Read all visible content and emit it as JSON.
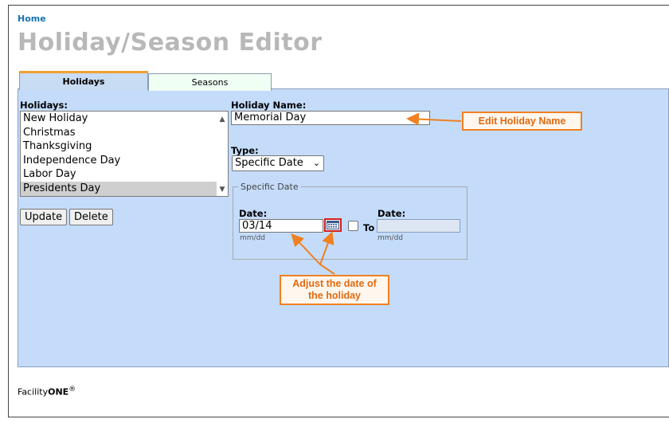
{
  "nav": {
    "home_label": "Home"
  },
  "page": {
    "title": "Holiday/Season Editor"
  },
  "tabs": [
    {
      "label": "Holidays",
      "active": true
    },
    {
      "label": "Seasons",
      "active": false
    }
  ],
  "holidays": {
    "label": "Holidays:",
    "items": [
      "New Holiday",
      "Christmas",
      "Thanksgiving",
      "Independence Day",
      "Labor Day",
      "Presidents Day"
    ],
    "selected": "Presidents Day",
    "update_label": "Update",
    "delete_label": "Delete"
  },
  "form": {
    "name_label": "Holiday Name:",
    "name_value": "Memorial Day",
    "type_label": "Type:",
    "type_value": "Specific Date",
    "fieldset_legend": "Specific Date",
    "date_label": "Date:",
    "date_value": "03/14",
    "date_hint": "mm/dd",
    "to_label": "To",
    "date2_label": "Date:",
    "date2_hint": "mm/dd"
  },
  "annotations": {
    "edit_name": "Edit Holiday Name",
    "adjust_date": "Adjust the date of the holiday"
  },
  "footer": {
    "brand_prefix": "Facility",
    "brand_suffix": "ONE",
    "registered": "®"
  },
  "colors": {
    "panel": "#c4dcfa",
    "tab_accent": "#f0a030",
    "callout": "#f08020",
    "title": "#b8b8b8",
    "link": "#1a73b5"
  }
}
